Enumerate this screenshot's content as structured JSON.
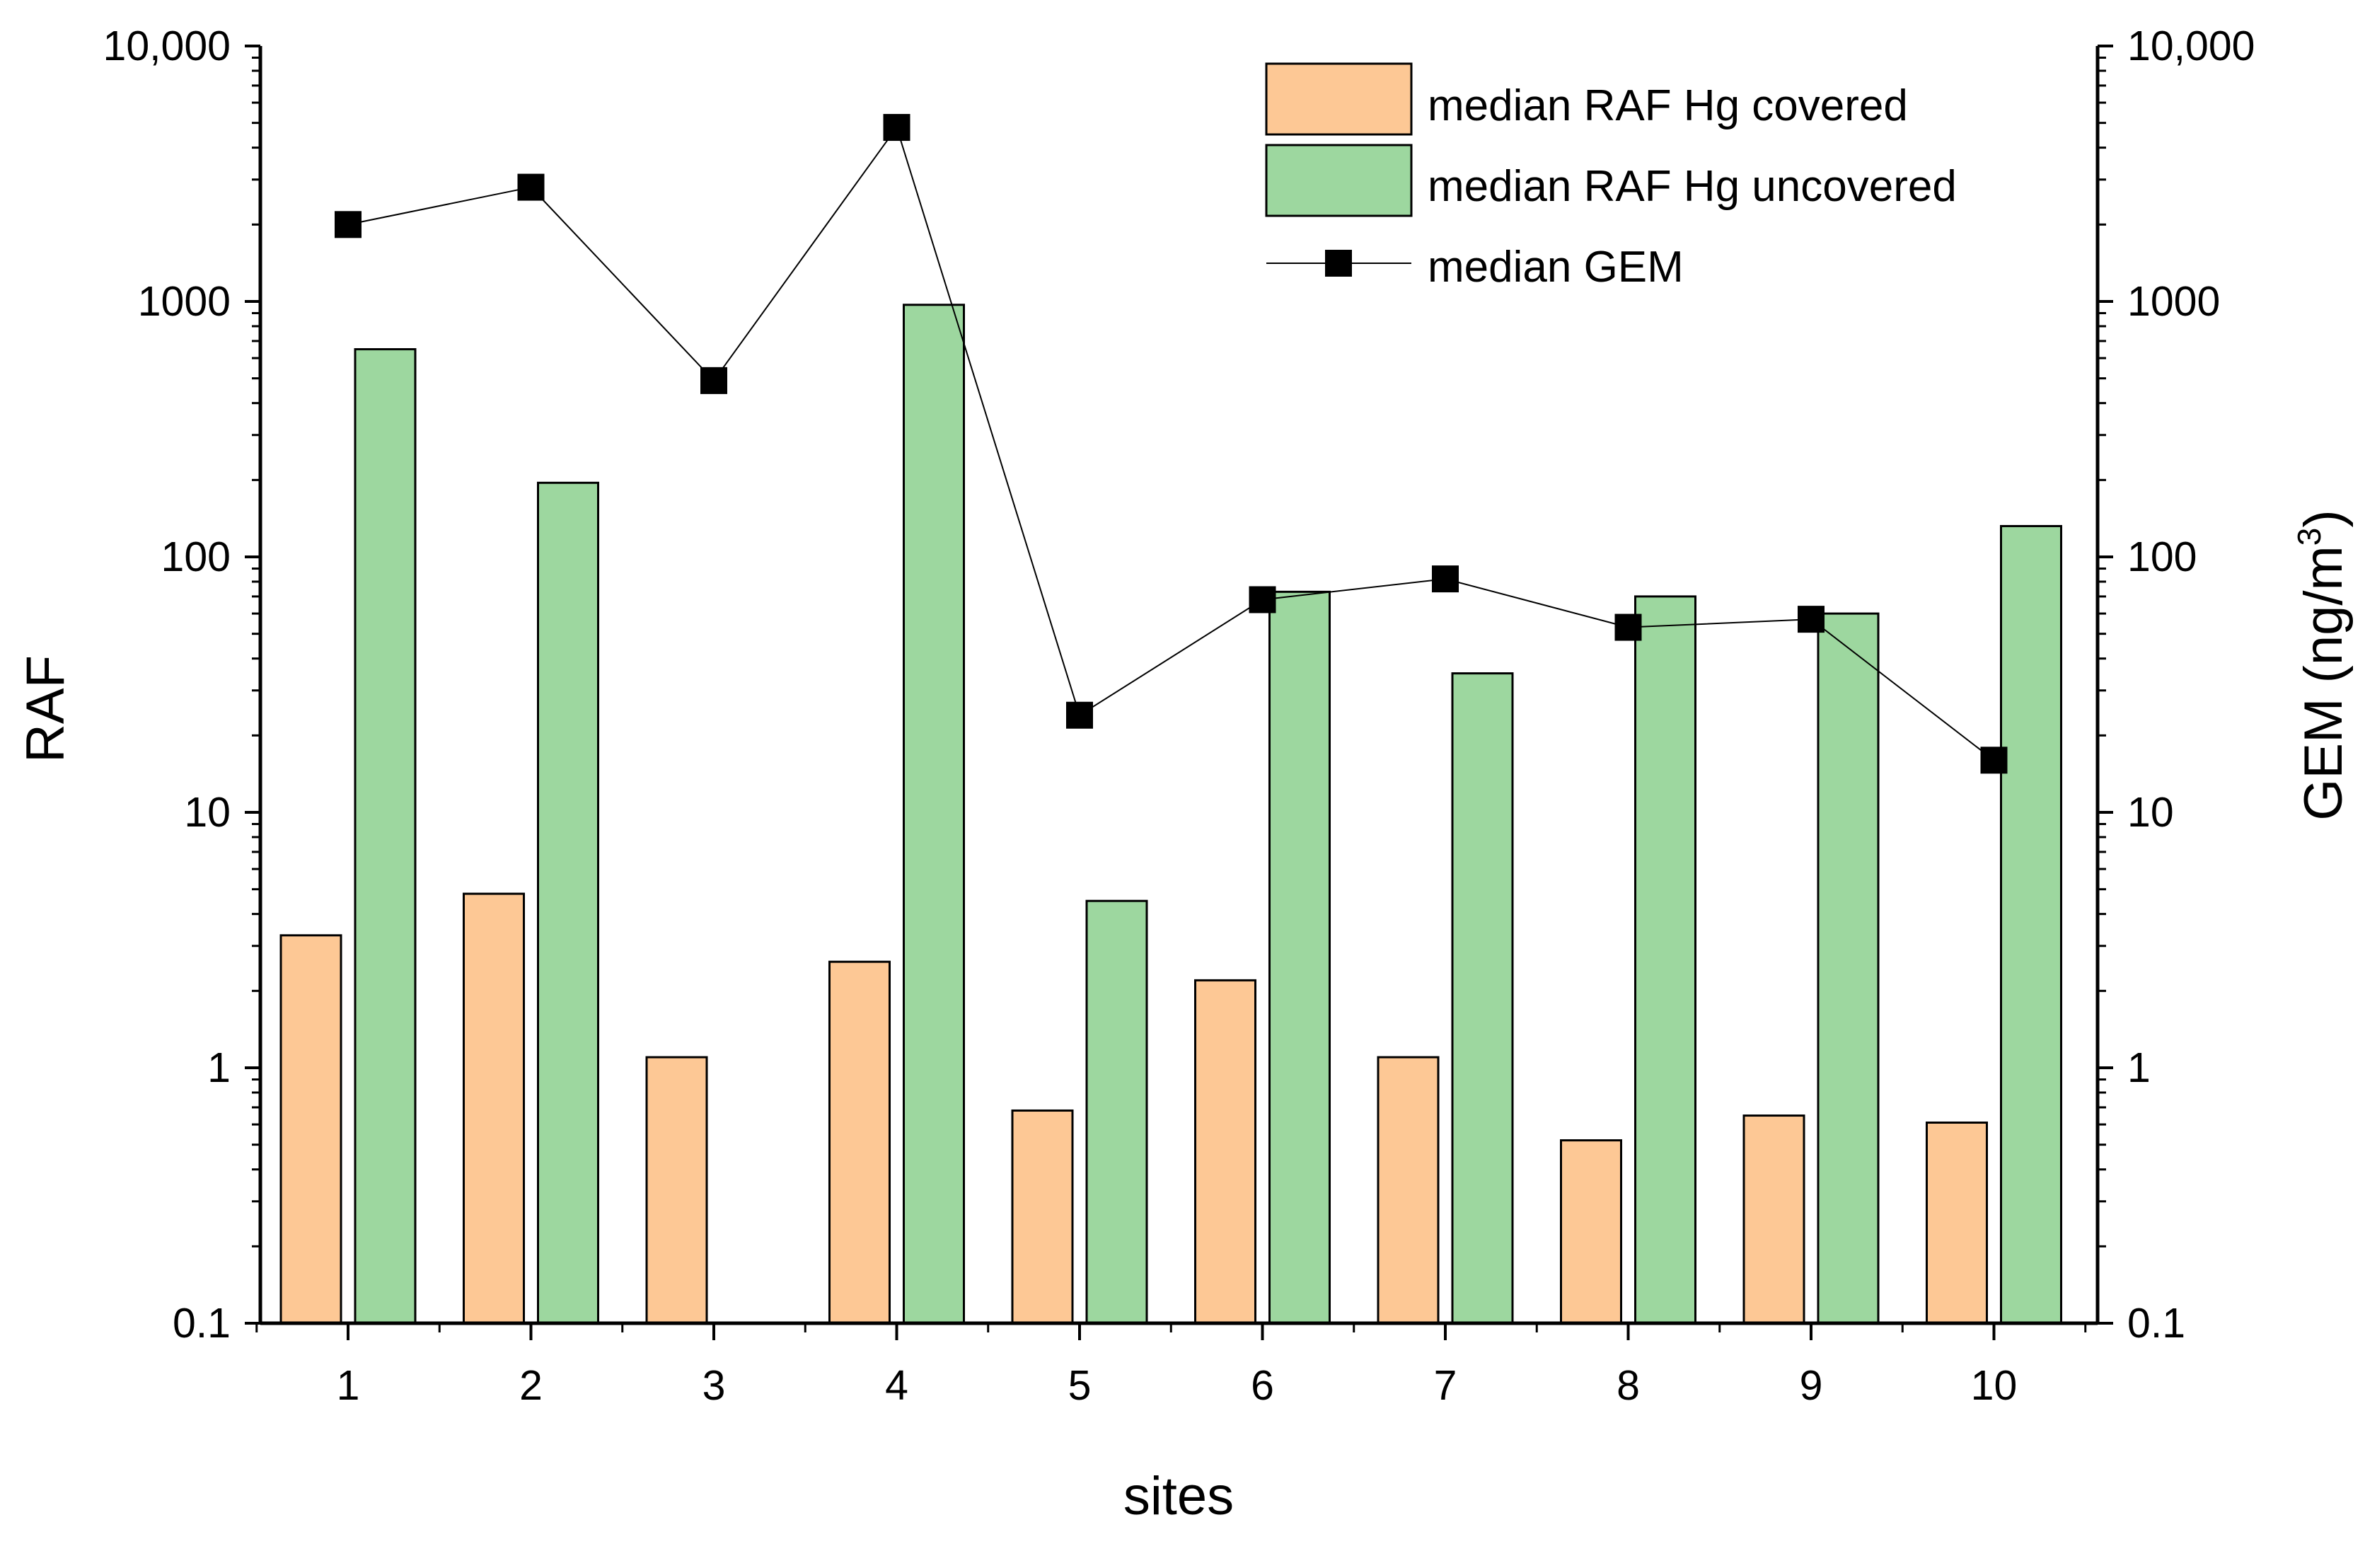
{
  "chart_data": {
    "type": "bar",
    "categories": [
      "1",
      "2",
      "3",
      "4",
      "5",
      "6",
      "7",
      "8",
      "9",
      "10"
    ],
    "xlabel": "sites",
    "ylabel": "RAF",
    "ylabel_right": "GEM (ng/m",
    "ylabel_right_sup": "3",
    "ylabel_right_close": ")",
    "yscale": "log",
    "ylim": [
      0.1,
      10000
    ],
    "ylim_right": [
      0.1,
      10000
    ],
    "ytick_labels": [
      "0.1",
      "1",
      "10",
      "100",
      "1000",
      "10,000"
    ],
    "grid": false,
    "legend_position": "top-right",
    "series": [
      {
        "name": "median RAF Hg covered",
        "kind": "bar",
        "axis": "left",
        "color": "#fdc895",
        "values": [
          3.3,
          4.8,
          1.1,
          2.6,
          0.68,
          2.2,
          1.1,
          0.52,
          0.65,
          0.61
        ]
      },
      {
        "name": "median RAF Hg uncovered",
        "kind": "bar",
        "axis": "left",
        "color": "#9dd79f",
        "values": [
          650,
          195,
          null,
          970,
          4.5,
          73,
          35,
          70,
          60,
          132
        ]
      },
      {
        "name": "median GEM",
        "kind": "line",
        "axis": "right",
        "color": "#000000",
        "values": [
          2000,
          2800,
          490,
          4800,
          24,
          68,
          82,
          53,
          57,
          16
        ]
      }
    ]
  }
}
